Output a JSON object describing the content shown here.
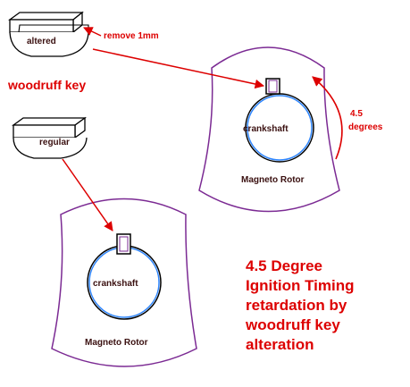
{
  "colors": {
    "red": "#dd0000",
    "rotor_outline": "#7b2a93",
    "circle_black": "#000000",
    "circle_blue": "#2f86ff"
  },
  "labels": {
    "altered": "altered",
    "remove": "remove 1mm",
    "woodruff_key": "woodruff key",
    "regular": "regular",
    "crankshaft_top": "crankshaft",
    "crankshaft_bottom": "crankshaft",
    "rotor_top": "Magneto Rotor",
    "rotor_bottom": "Magneto Rotor",
    "angle_value": "4.5",
    "angle_unit": "degrees",
    "caption": [
      "4.5 Degree",
      "Ignition Timing",
      "retardation by",
      "woodruff key",
      "alteration"
    ]
  }
}
